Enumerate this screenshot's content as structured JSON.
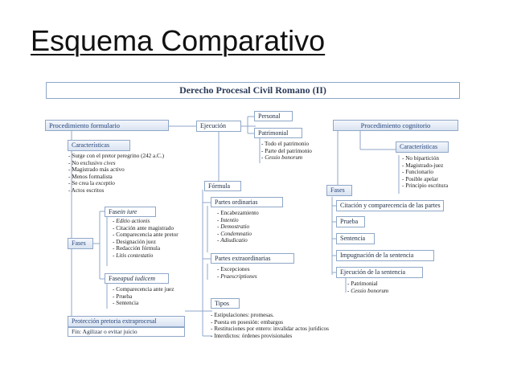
{
  "slide": {
    "title": "Esquema Comparativo"
  },
  "diagram": {
    "header": "Derecho Procesal Civil Romano (II)",
    "formulario": {
      "title": "Procedimiento formulario",
      "caracteristicas": {
        "title": "Características",
        "items": [
          "- Surge con el pretor peregrino (242 a.C.)",
          "- No exclusivo ",
          "- Magistrado más activo",
          "- Menos formalista",
          "- Se crea la ",
          "- Actos escritos"
        ],
        "italic": {
          "cives": "cives",
          "exceptio": "exceptio"
        }
      },
      "fases": "Fases",
      "fase_in_iure": {
        "title_prefix": "Fase ",
        "title_italic": "in iure",
        "items": [
          "Editio actionis",
          "- Citación ante magistrado",
          "- Comparecencia ante pretor",
          "- Designación juez",
          "- Redacción fórmula",
          "Litis contestatio"
        ]
      },
      "fase_apud_iudicem": {
        "title_prefix": "Fase ",
        "title_italic": "apud iudicem",
        "items": [
          "- Comparecencia ante juez",
          "- Prueba",
          "- Sentencia"
        ]
      },
      "proteccion": {
        "title": "Protección pretoria extraprocesal",
        "fin": "Fin: Agilizar o evitar juicio"
      }
    },
    "ejecucion": {
      "title": "Ejecución",
      "personal": "Personal",
      "patrimonial": "Patrimonial",
      "items": [
        "- Todo el patrimonio",
        "- Parte del patrimonio",
        "Cessio bonorum"
      ]
    },
    "formula": {
      "title": "Fórmula",
      "partes_ordinarias": {
        "title": "Partes ordinarias",
        "items": [
          "- Encabezamiento",
          "Intentio",
          "Demostratio",
          "Condemnatio",
          "Adiudicatio"
        ]
      },
      "partes_extraordinarias": {
        "title": "Partes extraordinarias",
        "items": [
          "- Excepciones",
          "Praescriptiones"
        ]
      }
    },
    "tipos": {
      "title": "Tipos",
      "items": [
        "- Estipulaciones: promesas.",
        "- Puesta en posesión: embargos",
        "- Restituciones por entero: invalidar actos jurídicos",
        "- Interdictos: órdenes provisionales"
      ]
    },
    "cognitorio": {
      "title": "Procedimiento cognitorio",
      "caracteristicas": {
        "title": "Características",
        "items": [
          "- No bipartición",
          "- Magistrado-juez",
          "- Funcionario",
          "- Posible apelar",
          "- Principio escritura"
        ]
      },
      "fases": "Fases",
      "citacion": "Citación y comparecencia de las partes",
      "prueba": "Prueba",
      "sentencia": "Sentencia",
      "impugnacion": "Impugnación de la sentencia",
      "ejecucion": "Ejecución de la sentencia",
      "ejecucion_items": [
        "- Patrimonial",
        "Cessio bonorum"
      ]
    }
  }
}
